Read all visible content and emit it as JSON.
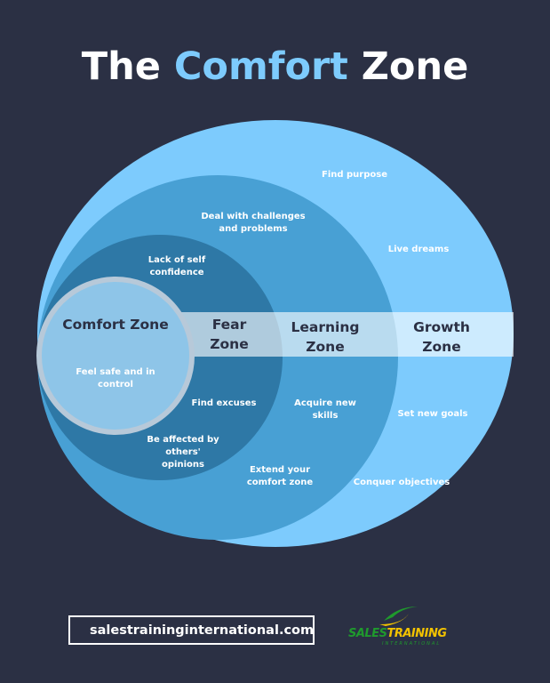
{
  "title": {
    "part1": "The ",
    "accent": "Comfort",
    "part2": " Zone"
  },
  "colors": {
    "background": "#2b3044",
    "accent": "#7dcbfd",
    "growth": "#7dcbfd",
    "learning": "#48a0d4",
    "fear": "#2e78a6",
    "comfort": "#8ec5e8"
  },
  "zones": {
    "comfort": "Comfort Zone",
    "fear": "Fear Zone",
    "learning": "Learning Zone",
    "growth": "Growth Zone"
  },
  "notes": {
    "find_purpose": "Find purpose",
    "challenges": "Deal with challenges and problems",
    "live_dreams": "Live dreams",
    "lack_confidence": "Lack of self confidence",
    "feel_safe": "Feel safe and in control",
    "find_excuses": "Find excuses",
    "acquire_skills": "Acquire new skills",
    "set_goals": "Set new goals",
    "affected_opinions": "Be affected by others' opinions",
    "extend_comfort": "Extend your comfort zone",
    "conquer_objectives": "Conquer objectives"
  },
  "footer": {
    "url": "salestraininginternational.com",
    "logo_text": "SALESTRAINING INTERNATIONAL",
    "icon": "globe-icon"
  }
}
